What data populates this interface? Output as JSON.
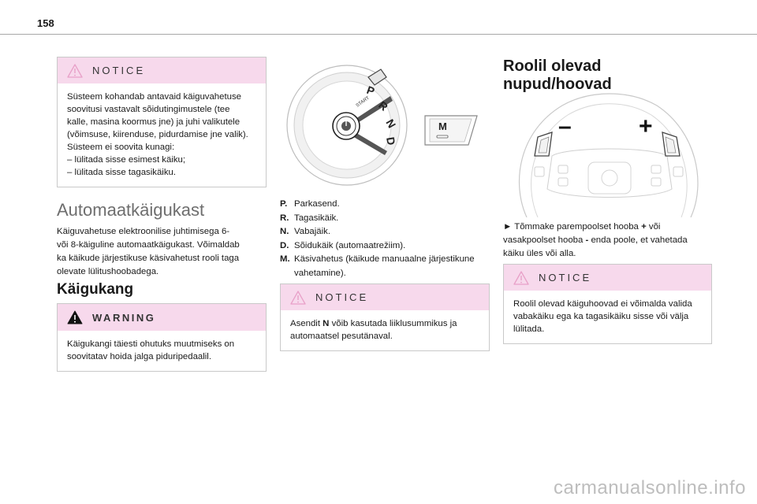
{
  "page_number": "158",
  "col1": {
    "notice": {
      "title": "NOTICE",
      "lines": [
        "Süsteem kohandab antavaid käiguvahetuse",
        "soovitusi vastavalt sõidutingimustele (tee",
        "kalle, masina koormus jne) ja juhi valikutele",
        "(võimsuse, kiirenduse, pidurdamise jne valik).",
        "Süsteem ei soovita kunagi:",
        "–  lülitada sisse esimest käiku;",
        "–  lülitada sisse tagasikäiku."
      ]
    },
    "heading": "Automaatkäigukast",
    "paragraph": [
      "Käiguvahetuse elektroonilise juhtimisega 6-",
      "või 8-käiguline automaatkäigukast. Võimaldab",
      "ka käikude järjestikuse käsivahetust rooli taga",
      "olevate lülitushoobadega."
    ],
    "subheading": "Käigukang",
    "warning": {
      "title": "WARNING",
      "lines": [
        "Käigukangi täiesti ohutuks muutmiseks on",
        "soovitatav hoida jalga piduripedaalil."
      ]
    }
  },
  "col2": {
    "illustration": {
      "gears": [
        "P",
        "R",
        "N",
        "D"
      ],
      "start_label": "START",
      "m_label": "M"
    },
    "legend": [
      {
        "key": "P.",
        "lines": [
          "Parkasend."
        ]
      },
      {
        "key": "R.",
        "lines": [
          "Tagasikäik."
        ]
      },
      {
        "key": "N.",
        "lines": [
          "Vabajäik."
        ]
      },
      {
        "key": "D.",
        "lines": [
          "Sõidukäik (automaatrežiim)."
        ]
      },
      {
        "key": "M.",
        "lines": [
          "Käsivahetus (käikude manuaalne järjestikune",
          "vahetamine)."
        ]
      }
    ],
    "notice": {
      "title": "NOTICE",
      "line1_pre": "Asendit ",
      "line1_bold": "N",
      "line1_post": " võib kasutada liiklusummikus ja",
      "line2": "automaatsel pesutänaval."
    }
  },
  "col3": {
    "heading": "Roolil olevad nupud/hoovad",
    "illustration": {
      "minus": "–",
      "plus": "+"
    },
    "paragraph": {
      "line1_pre": "►  Tõmmake parempoolset hooba ",
      "line1_bold": "+",
      "line1_post": " või",
      "line2_pre": "vasakpoolset hooba ",
      "line2_bold": "-",
      "line2_post": " enda poole, et vahetada",
      "line3": "käiku üles või alla."
    },
    "notice": {
      "title": "NOTICE",
      "lines": [
        "Roolil olevad käiguhoovad ei võimalda valida",
        "vabakäiku ega ka tagasikäiku sisse või välja",
        "lülitada."
      ]
    }
  },
  "watermark": "carmanualsonline.info",
  "colors": {
    "notice_header": "#f7d9ec",
    "warning_icon": "#e8a0c8",
    "rule": "#a8a8a8"
  }
}
